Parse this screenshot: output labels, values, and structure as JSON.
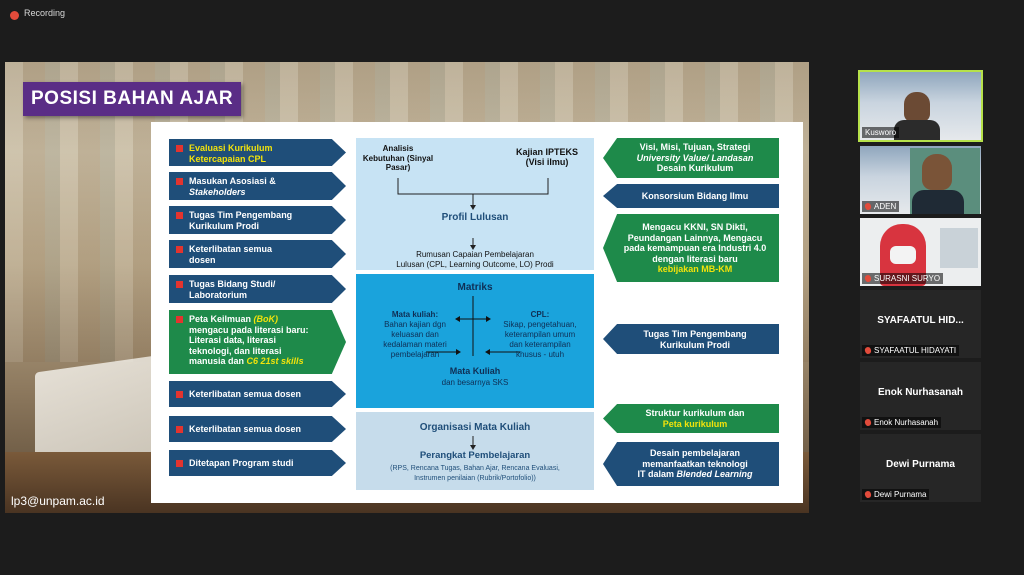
{
  "recording": {
    "label": "Recording"
  },
  "slide": {
    "title": "POSISI BAHAN AJAR",
    "footer_url": "lp3@unpam.ac.id",
    "left_boxes": [
      {
        "l1": "Evaluasi Kurikulum",
        "l2": "Ketercapaian CPL"
      },
      {
        "l1": "Masukan Asosiasi &",
        "l2": "Stakeholders"
      },
      {
        "l1": "Tugas Tim Pengembang",
        "l2": "Kurikulum Prodi"
      },
      {
        "l1": "Keterlibatan semua",
        "l2": "dosen"
      },
      {
        "l1": "Tugas Bidang Studi/",
        "l2": "Laboratorium"
      },
      {
        "l1": "Peta Keilmuan",
        "l1b": "(BoK)",
        "l2": "mengacu pada literasi baru:",
        "l3": "Literasi data, literasi",
        "l4": "teknologi, dan literasi",
        "l5": "manusia dan",
        "l5b": "C6 21st skills"
      },
      {
        "l1": "Keterlibatan semua dosen"
      },
      {
        "l1": "Keterlibatan semua dosen"
      },
      {
        "l1": "Ditetapan Program studi"
      }
    ],
    "center": {
      "analisis": "Analisis Kebutuhan (Sinyal Pasar)",
      "kajian": "Kajian IPTEKS (Visi ilmu)",
      "profil": "Profil Lulusan",
      "rumusan1": "Rumusan Capaian Pembelajaran",
      "rumusan2": "Lulusan (CPL, Learning Outcome, LO) Prodi",
      "matriks": "Matriks",
      "mk_title": "Mata kuliah:",
      "mk1": "Bahan kajian dgn",
      "mk2": "keluasan dan",
      "mk3": "kedalaman materi",
      "mk4": "pembelajaran",
      "cpl_title": "CPL:",
      "cpl1": "Sikap, pengetahuan,",
      "cpl2": "keterampilan umum",
      "cpl3": "dan keterampilan",
      "cpl4": "khusus - utuh",
      "mk_sks1": "Mata Kuliah",
      "mk_sks2": "dan besarnya SKS",
      "org": "Organisasi Mata Kuliah",
      "perangkat": "Perangkat Pembelajaran",
      "perangkat1": "(RPS, Rencana Tugas, Bahan Ajar, Rencana Evaluasi,",
      "perangkat2": "Instrumen penilaian (Rubrik/Portofolio))"
    },
    "right_boxes": [
      {
        "l1": "Visi, Misi, Tujuan, Strategi",
        "l2": "University Value/ Landasan",
        "l3": "Desain Kurikulum"
      },
      {
        "l1": "Konsorsium Bidang Ilmu"
      },
      {
        "l1": "Mengacu KKNI, SN Dikti,",
        "l2": "Peundangan Lainnya, Mengacu",
        "l3": "pada kemampuan era Industri 4.0",
        "l4": "dengan literasi baru",
        "l5": "kebijakan MB-KM"
      },
      {
        "l1": "Tugas Tim Pengembang",
        "l2": "Kurikulum Prodi"
      },
      {
        "l1": "Struktur kurikulum dan",
        "l2": "Peta kurikulum"
      },
      {
        "l1": "Desain pembelajaran",
        "l2": "memanfaatkan teknologi",
        "l3": "IT dalam",
        "l3b": "Blended Learning"
      }
    ]
  },
  "participants": [
    {
      "name": "Kusworo",
      "type": "video"
    },
    {
      "name": "ADEN",
      "type": "video"
    },
    {
      "name": "SURASNI SURYO",
      "type": "video"
    },
    {
      "display": "SYAFAATUL HID...",
      "name": "SYAFAATUL HIDAYATI",
      "type": "avatar"
    },
    {
      "display": "Enok Nurhasanah",
      "name": "Enok Nurhasanah",
      "type": "avatar"
    },
    {
      "display": "Dewi Purnama",
      "name": "Dewi Purnama",
      "type": "avatar"
    }
  ],
  "colors": {
    "navy": "#1f4e79",
    "green": "#1e8a4a",
    "title": "#5a2d86",
    "highlight": "#f2e30b"
  }
}
